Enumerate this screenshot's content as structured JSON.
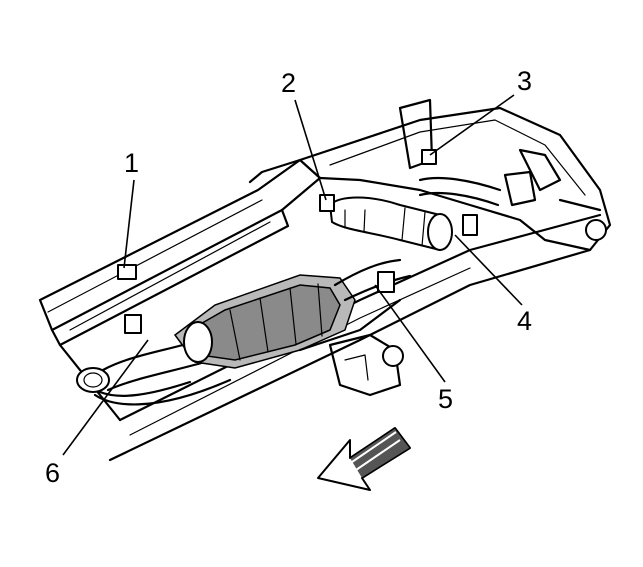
{
  "callouts": [
    {
      "id": "1",
      "text": "1"
    },
    {
      "id": "2",
      "text": "2"
    },
    {
      "id": "3",
      "text": "3"
    },
    {
      "id": "4",
      "text": "4"
    },
    {
      "id": "5",
      "text": "5"
    },
    {
      "id": "6",
      "text": "6"
    }
  ],
  "direction_arrow": {
    "icon": "front-direction-arrow-icon"
  },
  "colors": {
    "ink": "#000000",
    "background": "#ffffff",
    "shade": "#8a8a8a"
  }
}
